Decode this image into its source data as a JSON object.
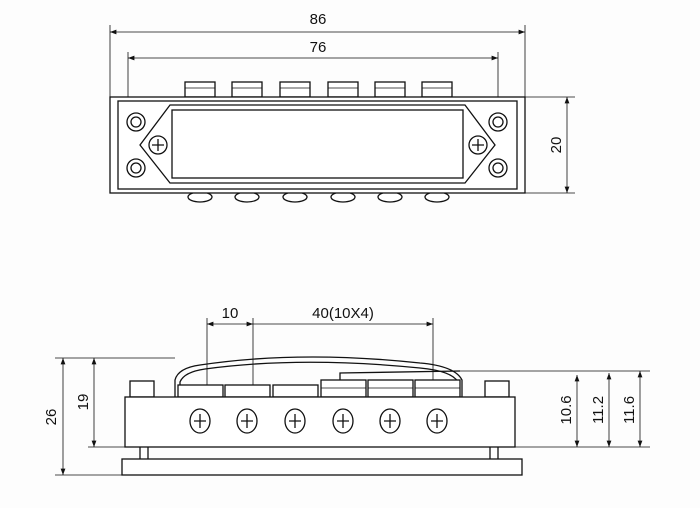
{
  "top_view": {
    "dim_overall_length": "86",
    "dim_screw_span": "76",
    "dim_width": "20"
  },
  "side_view": {
    "dim_saddle_spacing": "10",
    "dim_saddle_span": "40(10X4)",
    "dim_total_height": "26",
    "dim_body_height": "19",
    "dim_saddle_heights": [
      "10.6",
      "11.2",
      "11.6"
    ]
  }
}
